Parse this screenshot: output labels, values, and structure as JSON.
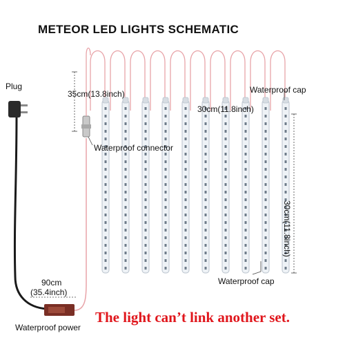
{
  "title": "METEOR LED LIGHTS SCHEMATIC",
  "labels": {
    "plug": "Plug",
    "lead_length": "35cm(13.8inch)",
    "spacing": "30cm(11.8inch)",
    "cap_top": "Waterproof cap",
    "connector": "Waterproof connector",
    "tube_length": "30cm(11.8inch)",
    "power_cable_cm": "90cm",
    "power_cable_in": "(35.4inch)",
    "cap_bottom": "Waterproof cap",
    "power": "Waterproof power"
  },
  "warning": "The light can’t link another set.",
  "tube_count": 10,
  "colors": {
    "wire": "#e8a3a8",
    "tube_fill": "#eef2f6",
    "tube_stroke": "#b9c2cc",
    "led": "#6f7c8a",
    "cable": "#1a1a1a",
    "adapter": "#7a2f25",
    "warning": "#e0161c"
  }
}
